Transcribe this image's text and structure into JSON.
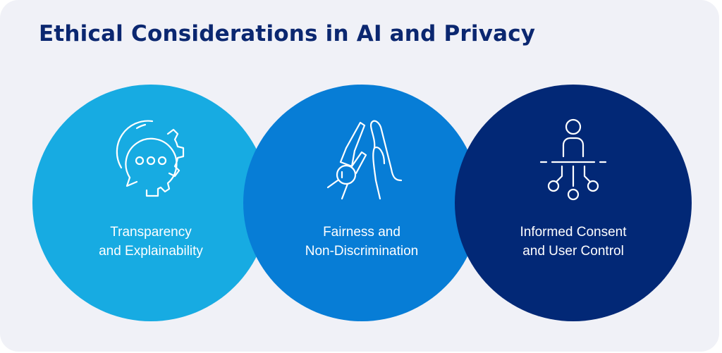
{
  "title": "Ethical Considerations in AI and Privacy",
  "colors": {
    "background": "#f0f1f7",
    "title": "#0b2770",
    "circle_1": "#17abe2",
    "circle_2": "#077dd6",
    "circle_3": "#022876",
    "icon_stroke": "#ffffff",
    "label_text": "#ffffff"
  },
  "items": [
    {
      "icon": "gear-chat-bubble-icon",
      "label_line1": "Transparency",
      "label_line2": "and Explainability"
    },
    {
      "icon": "high-five-hands-icon",
      "label_line1": "Fairness and",
      "label_line2": "Non-Discrimination"
    },
    {
      "icon": "user-network-icon",
      "label_line1": "Informed Consent",
      "label_line2": "and User Control"
    }
  ]
}
